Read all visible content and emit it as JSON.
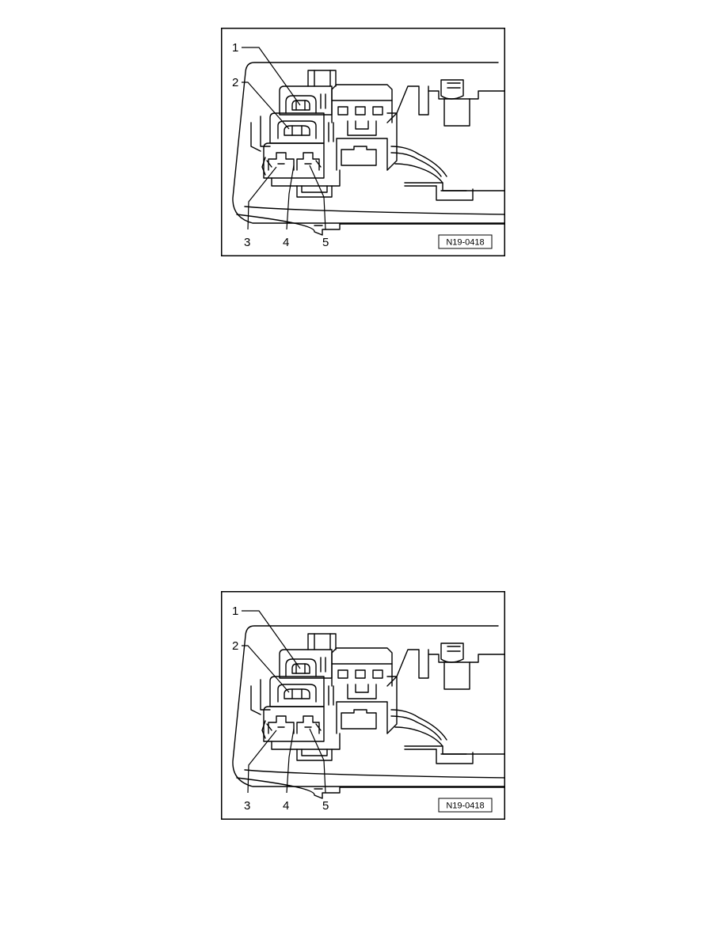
{
  "figures": [
    {
      "figure_id": "N19-0418",
      "callouts": [
        "1",
        "2",
        "3",
        "4",
        "5"
      ],
      "colors": {
        "ink": "#000000",
        "paper": "#ffffff"
      }
    },
    {
      "figure_id": "N19-0418",
      "callouts": [
        "1",
        "2",
        "3",
        "4",
        "5"
      ],
      "colors": {
        "ink": "#000000",
        "paper": "#ffffff"
      }
    }
  ]
}
